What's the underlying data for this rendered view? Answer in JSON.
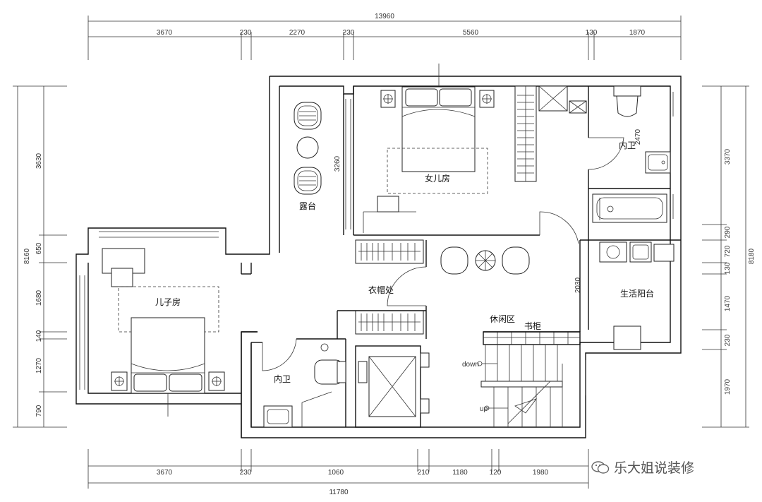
{
  "dimensions": {
    "top_total": "13960",
    "top_segments": [
      "3670",
      "230",
      "2270",
      "230",
      "5560",
      "130",
      "1870"
    ],
    "bottom_segments": [
      "3670",
      "230",
      "1060",
      "210",
      "1180",
      "120",
      "1980"
    ],
    "bottom_total": "11780",
    "left_total": "8160",
    "left_segments": [
      "3630",
      "650",
      "1680",
      "140",
      "1270",
      "790"
    ],
    "right_total": "8180",
    "right_segments": [
      "3370",
      "290",
      "720",
      "130",
      "1470",
      "230",
      "1970"
    ],
    "inner": [
      "3260",
      "2470",
      "2030"
    ]
  },
  "rooms": {
    "daughter_room": "女儿房",
    "son_room": "儿子房",
    "terrace": "露台",
    "ensuite_top": "内卫",
    "ensuite_bottom": "内卫",
    "cloakroom": "衣帽处",
    "lounge": "休闲区",
    "bookcase": "书柜",
    "utility_balcony": "生活阳台"
  },
  "stairs": {
    "down": "down",
    "up": "up"
  },
  "watermark": "乐大姐说装修"
}
